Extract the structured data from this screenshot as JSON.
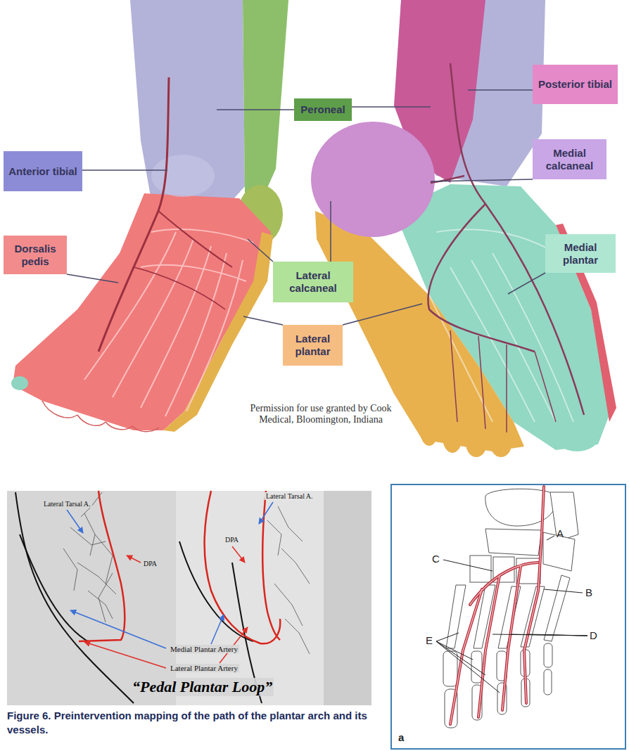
{
  "diagram": {
    "caption": "Figure 6. Preintervention mapping of the path of the plantar arch and its vessels.",
    "nodes": [
      {
        "text": [
          "Posterior tibial"
        ]
      },
      {
        "text": [
          "Peroneal"
        ]
      },
      {
        "text": [
          "Medial calcaneal"
        ]
      },
      {
        "text": [
          "Anterior tibial"
        ]
      },
      {
        "text": [
          "Medial plantar"
        ]
      },
      {
        "text": [
          "Dorsalis pedis"
        ]
      },
      {
        "text": [
          "Lateral calcaneal"
        ]
      },
      {
        "text": [
          "Lateral plantar"
        ]
      }
    ],
    "labels": [
      "Permission for use granted by Cook Medical, Bloomington, Indiana",
      "Lateral Tarsal A.",
      "DPA",
      "Lateral Tarsal A.",
      "DPA",
      "Medial Plantar Artery",
      "Lateral Plantar Artery",
      "“Pedal Plantar Loop”",
      "A",
      "B",
      "C",
      "D",
      "E",
      "a"
    ]
  }
}
